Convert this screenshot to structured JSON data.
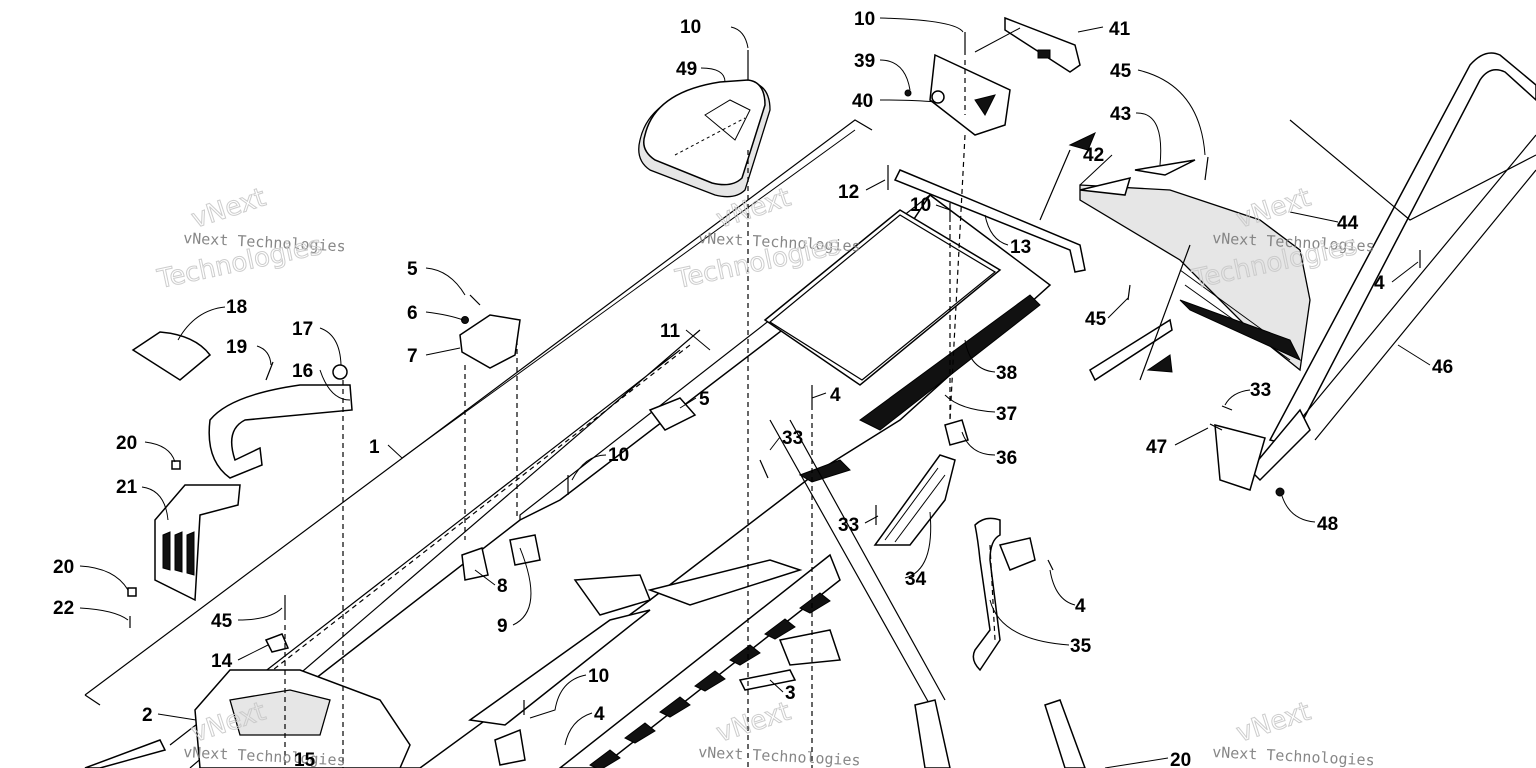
{
  "callouts": [
    {
      "id": "c10a",
      "text": "10"
    },
    {
      "id": "c49",
      "text": "49"
    },
    {
      "id": "c10b",
      "text": "10"
    },
    {
      "id": "c41",
      "text": "41"
    },
    {
      "id": "c39",
      "text": "39"
    },
    {
      "id": "c40",
      "text": "40"
    },
    {
      "id": "c45a",
      "text": "45"
    },
    {
      "id": "c43",
      "text": "43"
    },
    {
      "id": "c42",
      "text": "42"
    },
    {
      "id": "c12",
      "text": "12"
    },
    {
      "id": "c10c",
      "text": "10"
    },
    {
      "id": "c13",
      "text": "13"
    },
    {
      "id": "c44",
      "text": "44"
    },
    {
      "id": "c4a",
      "text": "4"
    },
    {
      "id": "c45b",
      "text": "45"
    },
    {
      "id": "c46",
      "text": "46"
    },
    {
      "id": "c5a",
      "text": "5"
    },
    {
      "id": "c6",
      "text": "6"
    },
    {
      "id": "c7",
      "text": "7"
    },
    {
      "id": "c11",
      "text": "11"
    },
    {
      "id": "c18",
      "text": "18"
    },
    {
      "id": "c17",
      "text": "17"
    },
    {
      "id": "c19",
      "text": "19"
    },
    {
      "id": "c16",
      "text": "16"
    },
    {
      "id": "c38",
      "text": "38"
    },
    {
      "id": "c5b",
      "text": "5"
    },
    {
      "id": "c4b",
      "text": "4"
    },
    {
      "id": "c37",
      "text": "37"
    },
    {
      "id": "c33a",
      "text": "33"
    },
    {
      "id": "c1",
      "text": "1"
    },
    {
      "id": "c33b",
      "text": "33"
    },
    {
      "id": "c47",
      "text": "47"
    },
    {
      "id": "c48",
      "text": "48"
    },
    {
      "id": "c20a",
      "text": "20"
    },
    {
      "id": "c21",
      "text": "21"
    },
    {
      "id": "c10d",
      "text": "10"
    },
    {
      "id": "c36",
      "text": "36"
    },
    {
      "id": "c33c",
      "text": "33"
    },
    {
      "id": "c34",
      "text": "34"
    },
    {
      "id": "c20b",
      "text": "20"
    },
    {
      "id": "c22",
      "text": "22"
    },
    {
      "id": "c8",
      "text": "8"
    },
    {
      "id": "c9",
      "text": "9"
    },
    {
      "id": "c4c",
      "text": "4"
    },
    {
      "id": "c35",
      "text": "35"
    },
    {
      "id": "c45c",
      "text": "45"
    },
    {
      "id": "c14",
      "text": "14"
    },
    {
      "id": "c10e",
      "text": "10"
    },
    {
      "id": "c3",
      "text": "3"
    },
    {
      "id": "c2",
      "text": "2"
    },
    {
      "id": "c4d",
      "text": "4"
    },
    {
      "id": "c15",
      "text": "15"
    },
    {
      "id": "c20c",
      "text": "20"
    }
  ],
  "watermark": {
    "brand": "vNext Technologies",
    "large": "Technologies",
    "corner": "vNext"
  }
}
